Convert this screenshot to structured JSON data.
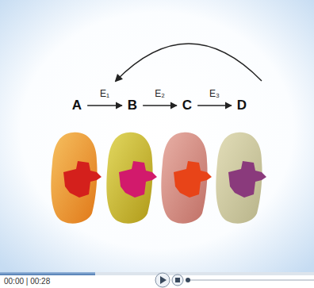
{
  "diagram": {
    "nodes": [
      {
        "text": [
          "A"
        ]
      },
      {
        "text": [
          "B"
        ]
      },
      {
        "text": [
          "C"
        ]
      },
      {
        "text": [
          "D"
        ]
      }
    ],
    "edges": [
      {
        "from": 0,
        "to": 1,
        "arrow": "to",
        "label": "E₁"
      },
      {
        "from": 1,
        "to": 2,
        "arrow": "to",
        "label": "E₂"
      },
      {
        "from": 2,
        "to": 3,
        "arrow": "to",
        "label": "E₃"
      }
    ],
    "labels": [
      "00:00 | 00:28"
    ]
  }
}
